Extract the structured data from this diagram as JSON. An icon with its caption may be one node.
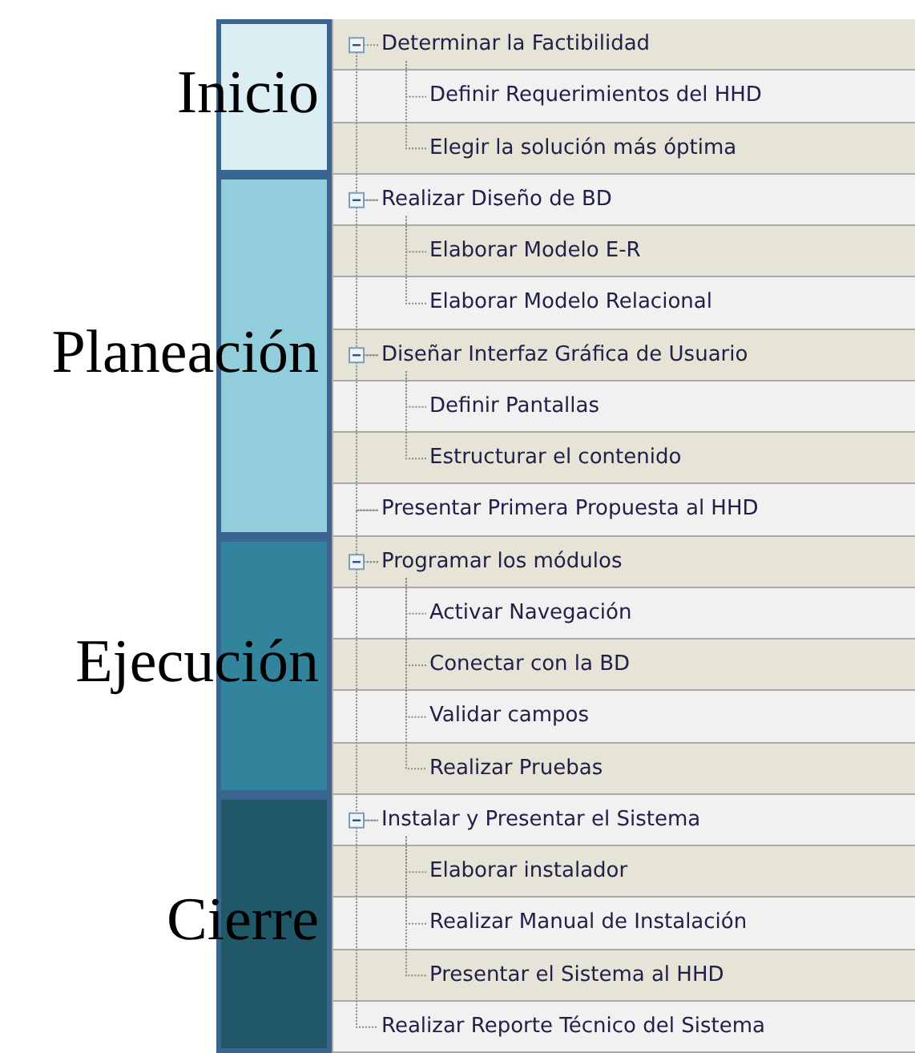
{
  "diagram": {
    "nodes": [
      {
        "text": [
          "Inicio"
        ]
      },
      {
        "text": [
          "Planeación"
        ]
      },
      {
        "text": [
          "Ejecución"
        ]
      },
      {
        "text": [
          "Cierre"
        ]
      },
      {
        "text": [
          "Determinar la Factibilidad"
        ]
      },
      {
        "text": [
          "Definir Requerimientos del HHD"
        ]
      },
      {
        "text": [
          "Elegir la solución más óptima"
        ]
      },
      {
        "text": [
          "Realizar Diseño de BD"
        ]
      },
      {
        "text": [
          "Elaborar Modelo E-R"
        ]
      },
      {
        "text": [
          "Elaborar Modelo Relacional"
        ]
      },
      {
        "text": [
          "Diseñar Interfaz Gráfica de Usuario"
        ]
      },
      {
        "text": [
          "Definir Pantallas"
        ]
      },
      {
        "text": [
          "Estructurar el contenido"
        ]
      },
      {
        "text": [
          "Presentar Primera Propuesta al HHD"
        ]
      },
      {
        "text": [
          "Programar los módulos"
        ]
      },
      {
        "text": [
          "Activar Navegación"
        ]
      },
      {
        "text": [
          "Conectar con la BD"
        ]
      },
      {
        "text": [
          "Validar campos"
        ]
      },
      {
        "text": [
          "Realizar Pruebas"
        ]
      },
      {
        "text": [
          "Instalar y Presentar el Sistema"
        ]
      },
      {
        "text": [
          "Elaborar instalador"
        ]
      },
      {
        "text": [
          "Realizar Manual de Instalación"
        ]
      },
      {
        "text": [
          "Presentar el Sistema al HHD"
        ]
      },
      {
        "text": [
          "Realizar Reporte Técnico del Sistema"
        ]
      }
    ],
    "edges": [
      {
        "from": 4,
        "to": 5,
        "arrow": "none"
      },
      {
        "from": 4,
        "to": 6,
        "arrow": "none"
      },
      {
        "from": 7,
        "to": 8,
        "arrow": "none"
      },
      {
        "from": 7,
        "to": 9,
        "arrow": "none"
      },
      {
        "from": 10,
        "to": 11,
        "arrow": "none"
      },
      {
        "from": 10,
        "to": 12,
        "arrow": "none"
      },
      {
        "from": 14,
        "to": 15,
        "arrow": "none"
      },
      {
        "from": 14,
        "to": 16,
        "arrow": "none"
      },
      {
        "from": 14,
        "to": 17,
        "arrow": "none"
      },
      {
        "from": 14,
        "to": 18,
        "arrow": "none"
      },
      {
        "from": 19,
        "to": 20,
        "arrow": "none"
      },
      {
        "from": 19,
        "to": 21,
        "arrow": "none"
      },
      {
        "from": 19,
        "to": 22,
        "arrow": "none"
      },
      {
        "from": 4,
        "to": 7,
        "arrow": "none"
      },
      {
        "from": 7,
        "to": 10,
        "arrow": "none"
      },
      {
        "from": 10,
        "to": 13,
        "arrow": "none"
      },
      {
        "from": 13,
        "to": 14,
        "arrow": "none"
      },
      {
        "from": 14,
        "to": 19,
        "arrow": "none"
      },
      {
        "from": 19,
        "to": 23,
        "arrow": "none"
      }
    ]
  }
}
